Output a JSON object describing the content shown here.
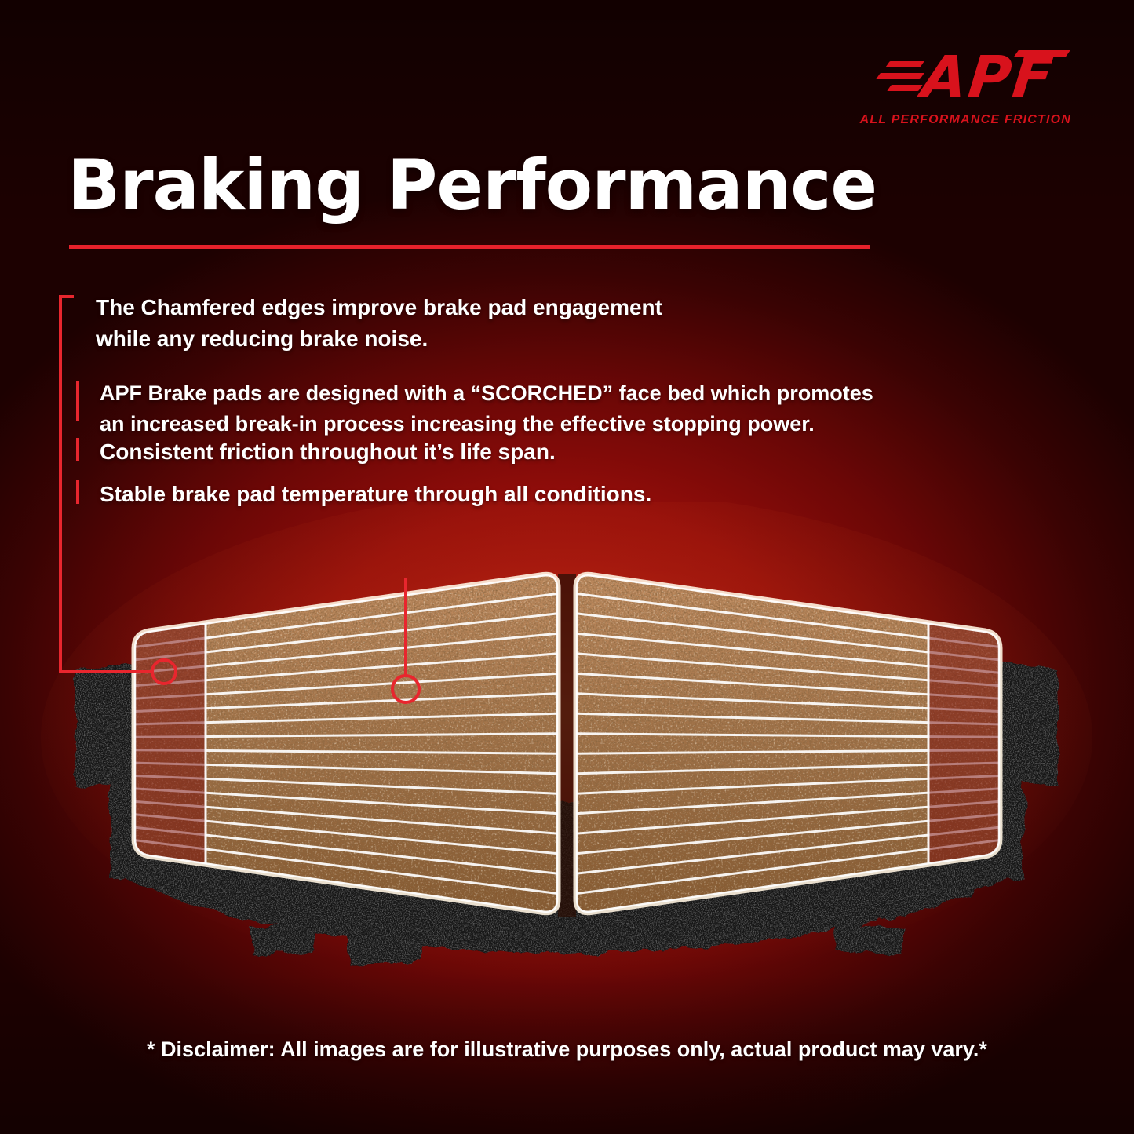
{
  "brand": {
    "name": "APF",
    "tagline": "ALL PERFORMANCE FRICTION",
    "accent": "#d8121c"
  },
  "header": {
    "title": "Braking Performance"
  },
  "bullets": [
    "The Chamfered edges improve brake pad engagement while any reducing brake noise.",
    "APF Brake pads are designed with a “SCORCHED” face bed which promotes an increased break-in process increasing the effective stopping power.",
    "Consistent friction throughout it’s life span.",
    "Stable brake pad temperature through all conditions."
  ],
  "figure": {
    "subject": "pair of brake pads with scorched friction surface and chamfered edges",
    "callouts": [
      "chamfered-edge",
      "scorched-face-bed"
    ]
  },
  "disclaimer": "* Disclaimer: All images are for illustrative purposes only, actual product may vary.*",
  "colors": {
    "background_red": "#930d0a",
    "accent_red": "#e8212b",
    "pad_material": "#a3744a",
    "backing_plate": "#141414",
    "text": "#ffffff"
  }
}
